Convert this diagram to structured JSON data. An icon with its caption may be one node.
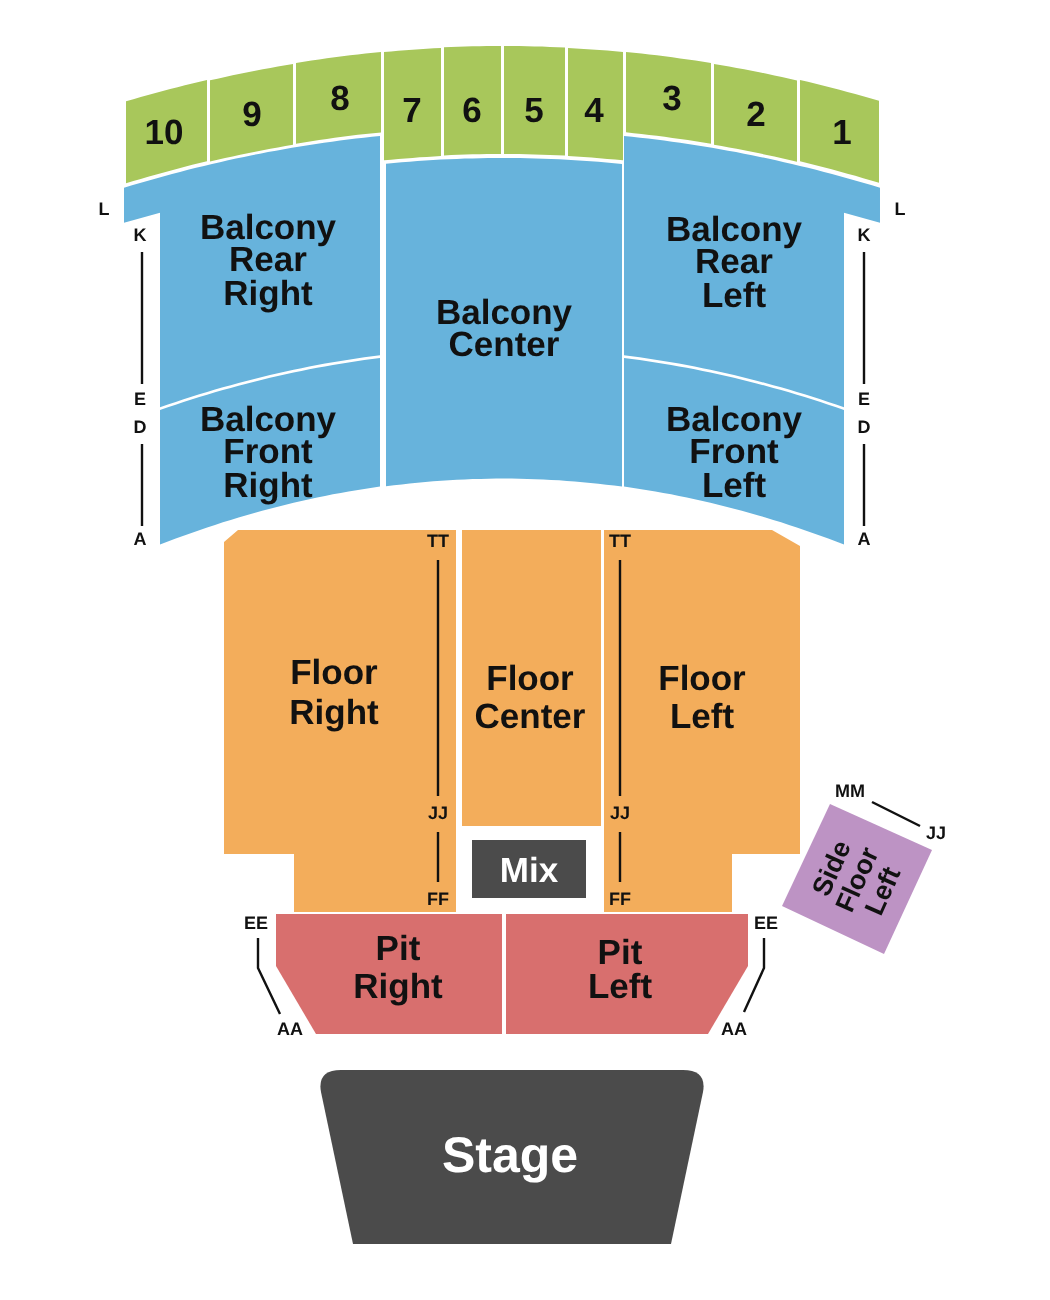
{
  "diagram": {
    "nodes": [
      {
        "text": [
          "10"
        ]
      },
      {
        "text": [
          "9"
        ]
      },
      {
        "text": [
          "8"
        ]
      },
      {
        "text": [
          "7"
        ]
      },
      {
        "text": [
          "6"
        ]
      },
      {
        "text": [
          "5"
        ]
      },
      {
        "text": [
          "4"
        ]
      },
      {
        "text": [
          "3"
        ]
      },
      {
        "text": [
          "2"
        ]
      },
      {
        "text": [
          "1"
        ]
      },
      {
        "text": [
          "Balcony Rear Right"
        ]
      },
      {
        "text": [
          "Balcony Center"
        ]
      },
      {
        "text": [
          "Balcony Rear Left"
        ]
      },
      {
        "text": [
          "Balcony Front Right"
        ]
      },
      {
        "text": [
          "Balcony Front Left"
        ]
      },
      {
        "text": [
          "Floor Right"
        ]
      },
      {
        "text": [
          "Floor Center"
        ]
      },
      {
        "text": [
          "Floor Left"
        ]
      },
      {
        "text": [
          "Mix"
        ]
      },
      {
        "text": [
          "Side Floor Left"
        ]
      },
      {
        "text": [
          "Pit Right"
        ]
      },
      {
        "text": [
          "Pit Left"
        ]
      },
      {
        "text": [
          "Stage"
        ]
      }
    ],
    "labels": [
      "L",
      "L",
      "K",
      "K",
      "E",
      "E",
      "D",
      "D",
      "A",
      "TT",
      "TT",
      "A",
      "MM",
      "JJ",
      "JJ",
      "JJ",
      "FF",
      "FF",
      "EE",
      "EE",
      "AA",
      "AA"
    ]
  }
}
